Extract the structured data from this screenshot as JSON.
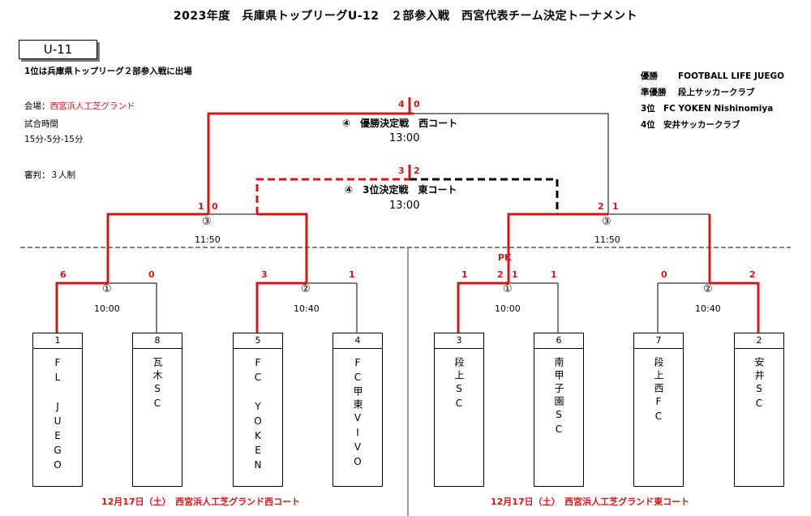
{
  "title": "2023年度　兵庫県トップリーグU-12　２部参入戦　西宮代表チーム決定トーナメント",
  "badge": "U-11",
  "qualify_note": "1位は兵庫県トップリーグ２部参入戦に出場",
  "info": {
    "venue_label": "会場：",
    "venue": "西宮浜人工芝グランド",
    "match_time_label": "試合時間",
    "match_time": "15分-5分-15分",
    "referee": "審判：３人制"
  },
  "results": [
    {
      "rank": "優勝",
      "team": "FOOTBALL LIFE JUEGO"
    },
    {
      "rank": "準優勝",
      "team": "段上サッカークラブ"
    },
    {
      "rank": "3位",
      "team": "FC YOKEN Nishinomiya"
    },
    {
      "rank": "4位",
      "team": "安井サッカークラブ"
    }
  ],
  "final": {
    "label": "④　優勝決定戦　西コート",
    "time": "13:00",
    "score_l": "4",
    "score_r": "0"
  },
  "third_place": {
    "label": "④　3位決定戦　東コート",
    "time": "13:00",
    "score_l": "3",
    "score_r": "2"
  },
  "semis": {
    "left": {
      "label": "③",
      "time": "11:50",
      "score_l": "1",
      "score_r": "0"
    },
    "right": {
      "label": "③",
      "time": "11:50",
      "score_l": "2",
      "score_r": "1",
      "pk": "PK",
      "pk_l": "2",
      "pk_r": "1"
    }
  },
  "round1": {
    "lw1": {
      "label": "①",
      "time": "10:00",
      "score_l": "6",
      "score_r": "0"
    },
    "lw2": {
      "label": "②",
      "time": "10:40",
      "score_l": "3",
      "score_r": "1"
    },
    "re1": {
      "label": "①",
      "time": "10:00",
      "score_l": "1",
      "score_r": "1"
    },
    "re2": {
      "label": "②",
      "time": "10:40",
      "score_l": "0",
      "score_r": "2"
    }
  },
  "teams": [
    {
      "seed": "1",
      "name": "FL JUEGO"
    },
    {
      "seed": "8",
      "name": "瓦木SC"
    },
    {
      "seed": "5",
      "name": "FC YOKEN"
    },
    {
      "seed": "4",
      "name": "FC甲東VIVO"
    },
    {
      "seed": "3",
      "name": "段上SC"
    },
    {
      "seed": "6",
      "name": "南甲子園SC"
    },
    {
      "seed": "7",
      "name": "段上西FC"
    },
    {
      "seed": "2",
      "name": "安井SC"
    }
  ],
  "venue_west": "12月17日（土）　西宮浜人工芝グランド西コート",
  "venue_east": "12月17日（土）　西宮浜人工芝グランド東コート",
  "colors": {
    "winner_line": "#cc1a1a",
    "line": "#000000"
  }
}
